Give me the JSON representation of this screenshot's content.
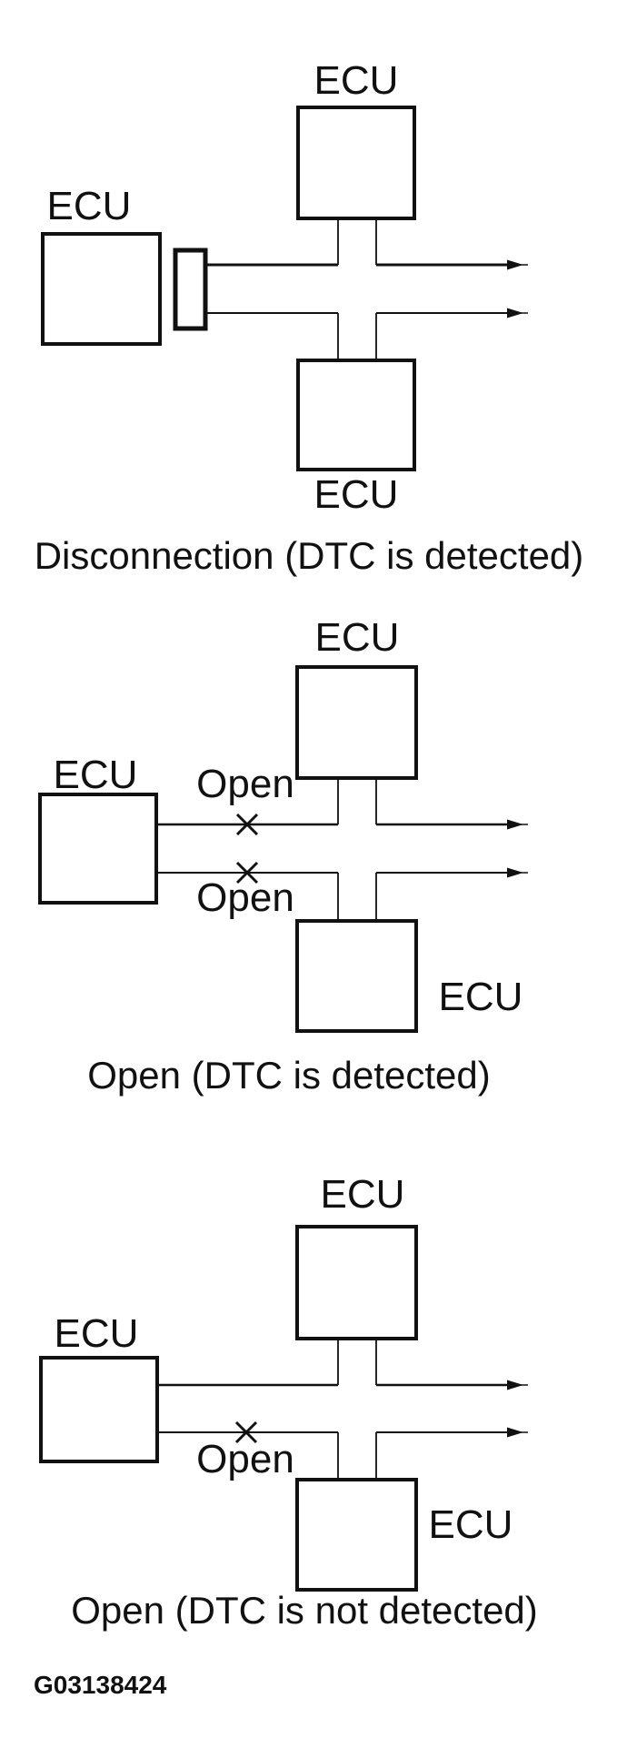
{
  "figure_code": "G03138424",
  "colors": {
    "line": "#111111",
    "background": "#ffffff"
  },
  "diagrams": [
    {
      "name": "disconnection",
      "caption": "Disconnection (DTC is detected)",
      "top_ecu_label": "ECU",
      "left_ecu_label": "ECU",
      "bottom_ecu_label": "ECU"
    },
    {
      "name": "open-detected",
      "caption": "Open (DTC is detected)",
      "top_ecu_label": "ECU",
      "left_ecu_label": "ECU",
      "bottom_ecu_label": "ECU",
      "open_label_top": "Open",
      "open_label_bottom": "Open"
    },
    {
      "name": "open-not-detected",
      "caption": "Open (DTC is not detected)",
      "top_ecu_label": "ECU",
      "left_ecu_label": "ECU",
      "bottom_ecu_label": "ECU",
      "open_label": "Open"
    }
  ]
}
